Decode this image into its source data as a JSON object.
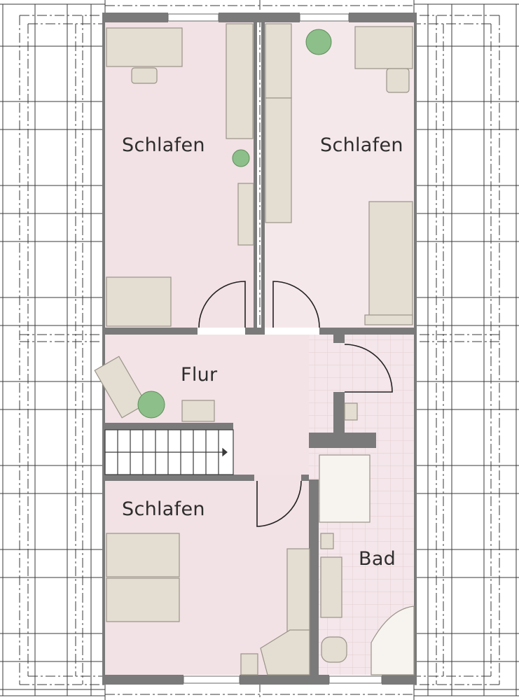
{
  "plan": {
    "rooms": [
      {
        "id": "bedroom-1",
        "label": "Schlafen"
      },
      {
        "id": "bedroom-2",
        "label": "Schlafen"
      },
      {
        "id": "hall",
        "label": "Flur"
      },
      {
        "id": "bedroom-3",
        "label": "Schlafen"
      },
      {
        "id": "bathroom",
        "label": "Bad"
      }
    ],
    "colors": {
      "floor": "#f3e3e6",
      "wall": "#7a7a7a",
      "furniture": "#e3ddd2",
      "furniture_edge": "#9a9488",
      "plant": "#8dbf8a",
      "roof_lines": "#3a3a3a"
    }
  }
}
